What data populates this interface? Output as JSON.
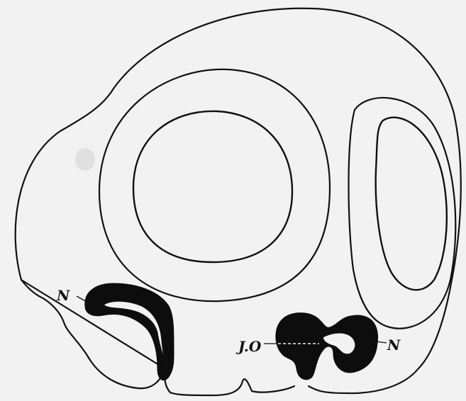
{
  "figure": {
    "labels": {
      "n_left": "N",
      "n_right": "N",
      "jo": "J.O"
    },
    "colors": {
      "background": "#f2f2f2",
      "ink": "#111111"
    }
  }
}
